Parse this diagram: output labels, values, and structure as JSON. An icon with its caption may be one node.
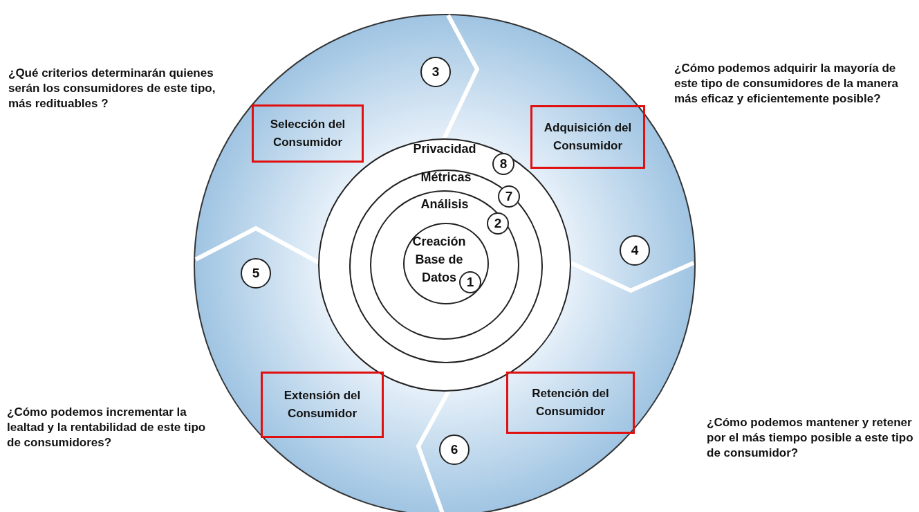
{
  "diagram": {
    "nodes": [
      {
        "text": [
          "Privacidad"
        ]
      },
      {
        "text": [
          "Métricas"
        ],
        "in": 0
      },
      {
        "text": [
          "Análisis"
        ],
        "in": 1
      },
      {
        "text": [
          "Creación Base de Datos"
        ],
        "in": 2
      },
      {
        "text": [
          "8"
        ],
        "in": 0
      },
      {
        "text": [
          "7"
        ],
        "in": 1
      },
      {
        "text": [
          "2"
        ],
        "in": 2
      },
      {
        "text": [
          "1"
        ],
        "in": 3
      },
      {
        "text": [
          "3"
        ]
      },
      {
        "text": [
          "Selección del Consumidor"
        ]
      },
      {
        "text": [
          "Adquisición del Consumidor"
        ]
      },
      {
        "text": [
          "4"
        ]
      },
      {
        "text": [
          "5"
        ]
      },
      {
        "text": [
          "Extensión del Consumidor"
        ]
      },
      {
        "text": [
          "Retención del Consumidor"
        ]
      },
      {
        "text": [
          "6"
        ]
      }
    ],
    "edges": [],
    "labels": [
      "¿Qué criterios determinarán quienes serán los consumidores de este tipo, más redituables ?",
      "¿Cómo podemos adquirir la mayoría de este tipo de consumidores de la manera más eficaz y eficientemente posible?",
      "¿Cómo podemos incrementar la lealtad y la rentabilidad de este tipo de consumidores?",
      "¿Cómo podemos mantener y retener por el más tiempo posible  a este tipo de consumidor?"
    ]
  }
}
